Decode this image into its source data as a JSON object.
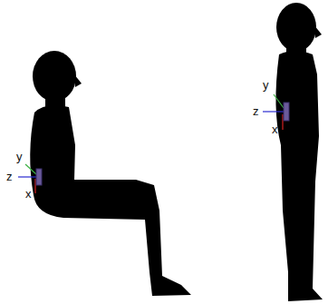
{
  "diagram": {
    "labels": [
      "y",
      "z",
      "x",
      "y",
      "z",
      "x"
    ]
  }
}
